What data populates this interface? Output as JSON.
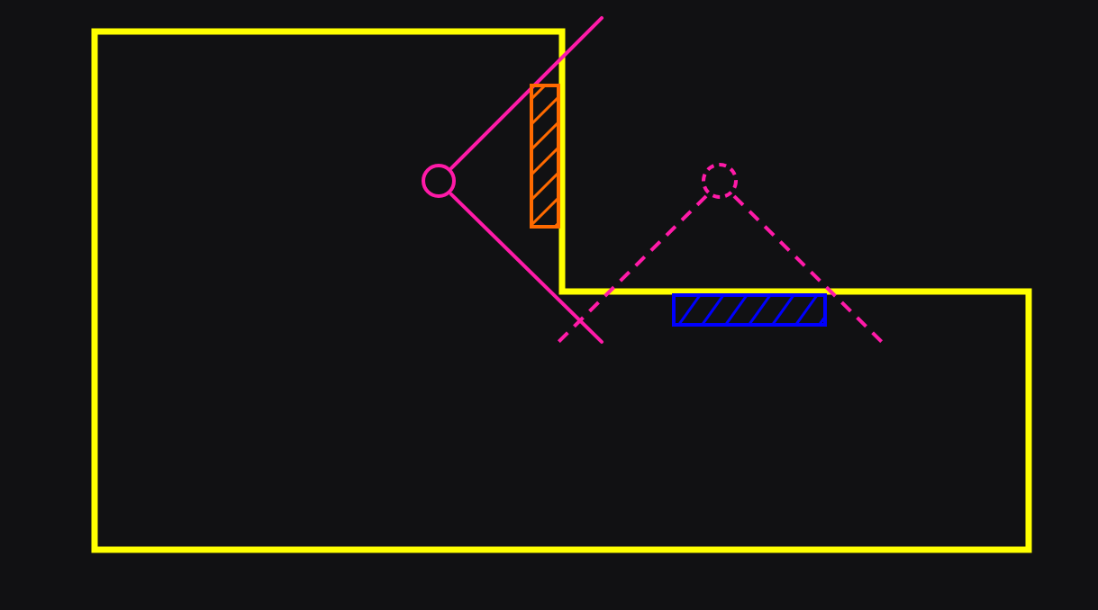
{
  "colors": {
    "background": "#111113",
    "outline": "#ffff00",
    "vertex_lines": "#ff1aa8",
    "wall_segment": "#ff6a00",
    "floor_segment": "#0000ff"
  },
  "elements": {
    "outline": {
      "shape": "L-shaped room outline",
      "stroke": "solid"
    },
    "vertex_solid": {
      "shape": "circle",
      "stroke": "solid",
      "rays": 2
    },
    "vertex_dashed": {
      "shape": "circle",
      "stroke": "dashed",
      "rays": 2
    },
    "wall_segment": {
      "shape": "hatched rectangle",
      "orientation": "vertical"
    },
    "floor_segment": {
      "shape": "hatched rectangle",
      "orientation": "horizontal"
    }
  },
  "icons": {
    "solid_vertex": "circle-icon",
    "dashed_vertex": "dashed-circle-icon"
  }
}
